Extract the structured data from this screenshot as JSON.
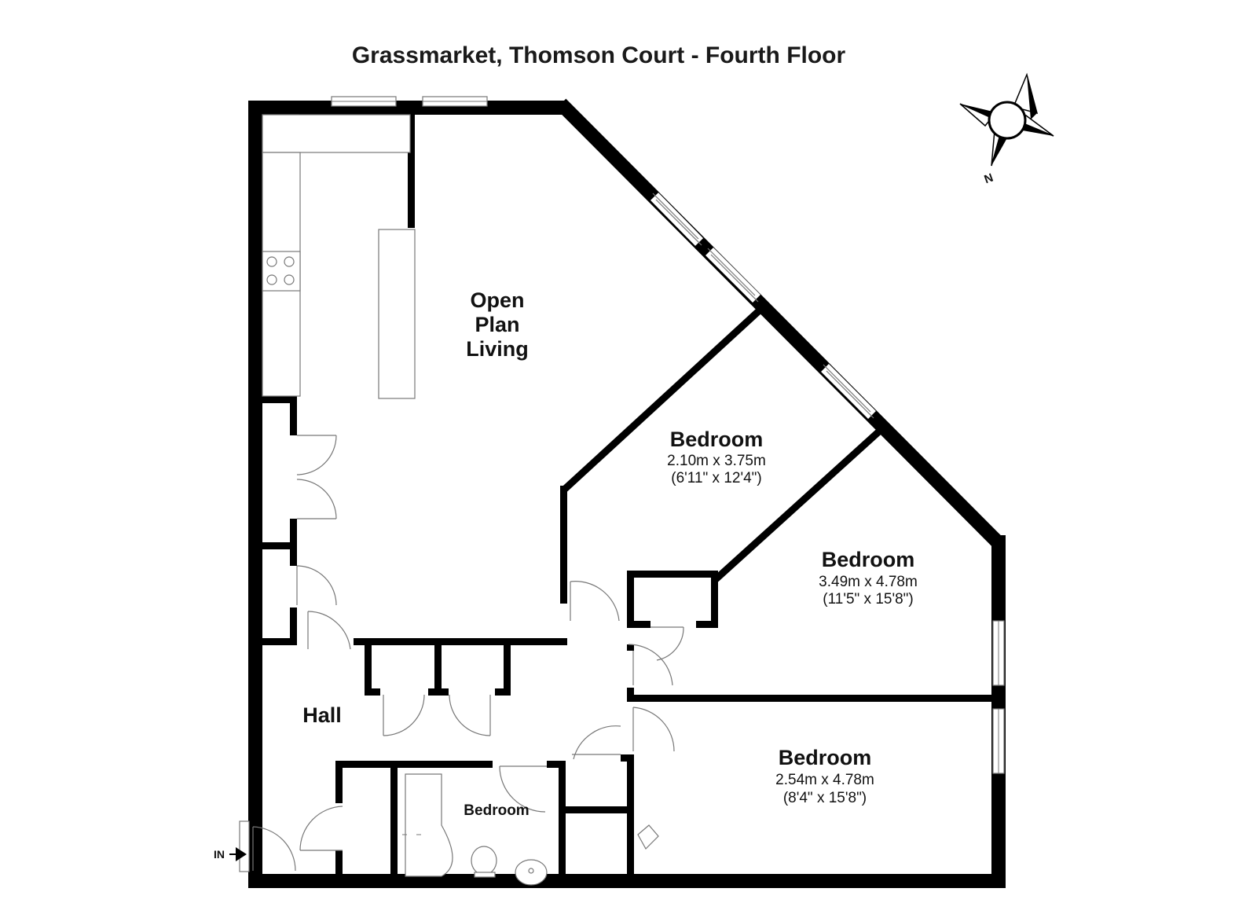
{
  "title": "Grassmarket, Thomson Court - Fourth Floor",
  "compass": {
    "label": "N"
  },
  "entry": {
    "label": "IN"
  },
  "rooms": {
    "living": {
      "lines": [
        "Open",
        "Plan",
        "Living"
      ]
    },
    "bedroom1": {
      "name": "Bedroom",
      "metric": "2.10m x 3.75m",
      "imperial": "(6'11\" x 12'4\")"
    },
    "bedroom2": {
      "name": "Bedroom",
      "metric": "3.49m x 4.78m",
      "imperial": "(11'5\" x 15'8\")"
    },
    "bedroom3": {
      "name": "Bedroom",
      "metric": "2.54m x 4.78m",
      "imperial": "(8'4\" x 15'8\")"
    },
    "hall": {
      "name": "Hall"
    },
    "bathroom": {
      "name": "Bedroom"
    }
  }
}
